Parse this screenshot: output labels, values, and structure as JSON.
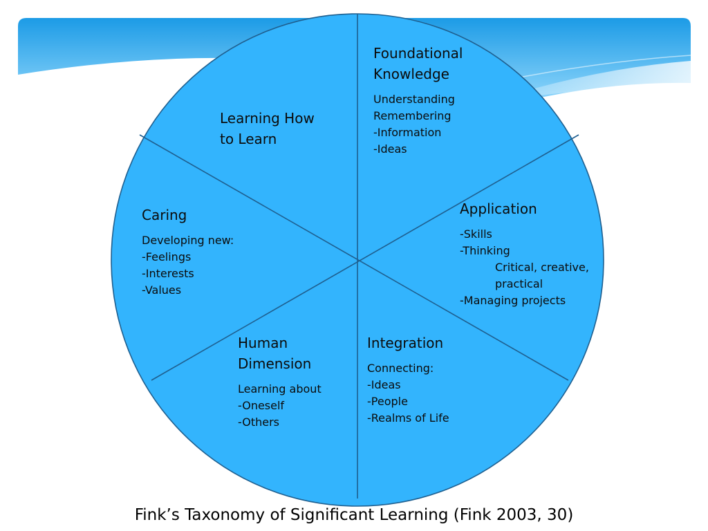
{
  "colors": {
    "wheel_fill": "#33b4fd",
    "wheel_stroke": "#1f5f8f",
    "banner_top": "#1c9be6",
    "banner_bottom": "#8fd6fb"
  },
  "segments": [
    {
      "id": "foundational-knowledge",
      "title_lines": [
        "Foundational",
        "Knowledge"
      ],
      "lines": [
        {
          "text": "Understanding"
        },
        {
          "text": "Remembering"
        },
        {
          "text": "-Information"
        },
        {
          "text": "-Ideas"
        }
      ]
    },
    {
      "id": "application",
      "title_lines": [
        "Application"
      ],
      "lines": [
        {
          "text": "-Skills"
        },
        {
          "text": "-Thinking"
        },
        {
          "text": "Critical, creative,",
          "indent": true
        },
        {
          "text": "practical",
          "indent": true
        },
        {
          "text": "-Managing projects"
        }
      ]
    },
    {
      "id": "integration",
      "title_lines": [
        "Integration"
      ],
      "lines": [
        {
          "text": "Connecting:"
        },
        {
          "text": "-Ideas"
        },
        {
          "text": "-People"
        },
        {
          "text": "-Realms of Life"
        }
      ]
    },
    {
      "id": "human-dimension",
      "title_lines": [
        "Human",
        "Dimension"
      ],
      "lines": [
        {
          "text": "Learning about"
        },
        {
          "text": "-Oneself"
        },
        {
          "text": "-Others"
        }
      ]
    },
    {
      "id": "caring",
      "title_lines": [
        "Caring"
      ],
      "lines": [
        {
          "text": "Developing new:"
        },
        {
          "text": "-Feelings"
        },
        {
          "text": "-Interests"
        },
        {
          "text": "-Values"
        }
      ]
    },
    {
      "id": "learning-how-to-learn",
      "title_lines": [
        "Learning How",
        "to Learn"
      ],
      "lines": []
    }
  ],
  "caption": "Fink’s Taxonomy of Significant Learning (Fink 2003, 30)"
}
